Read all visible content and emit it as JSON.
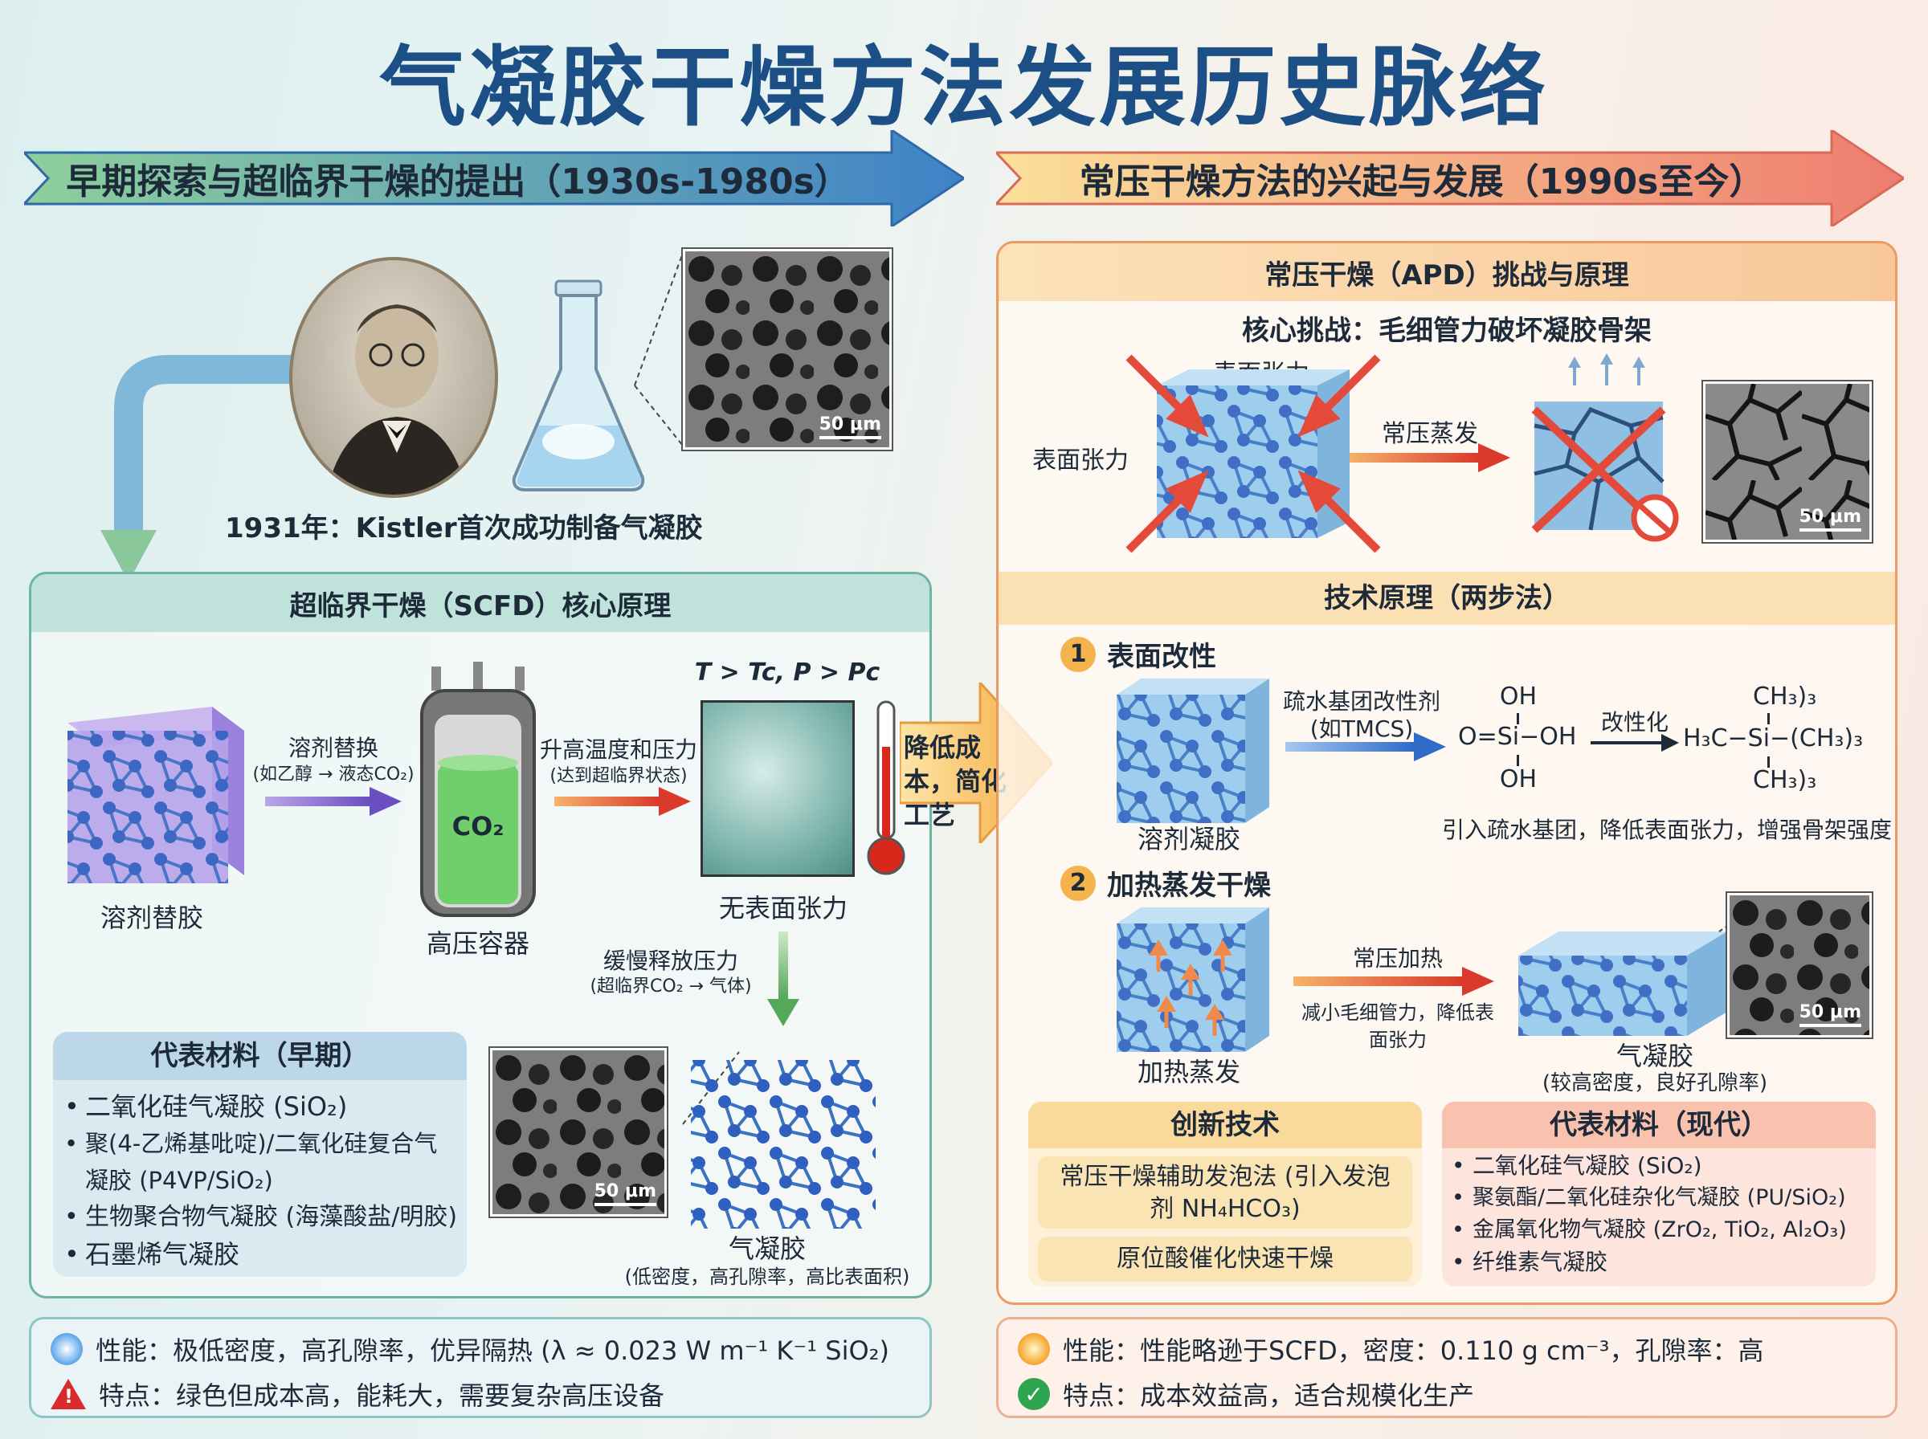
{
  "title": "气凝胶干燥方法发展历史脉络",
  "left_banner": "早期探索与超临界干燥的提出（1930s-1980s）",
  "right_banner": "常压干燥方法的兴起与发展（1990s至今）",
  "kistler_caption": "1931年：Kistler首次成功制备气凝胶",
  "scale_label": "50 μm",
  "scfd": {
    "header": "超临界干燥（SCFD）核心原理",
    "gel_label": "溶剂替胶",
    "step1_label": "溶剂替换",
    "step1_sub": "(如乙醇 → 液态CO₂)",
    "vessel_co2": "CO₂",
    "vessel_label": "高压容器",
    "step2_label": "升高温度和压力",
    "step2_sub": "(达到超临界状态)",
    "condition": "T > Tc, P > Pc",
    "no_tension_label": "无表面张力",
    "step3_label": "缓慢释放压力",
    "step3_sub": "(超临界CO₂ → 气体)",
    "aerogel_label": "气凝胶",
    "aerogel_sub": "(低密度，高孔隙率，高比表面积)"
  },
  "early_materials": {
    "header": "代表材料（早期）",
    "items": [
      "二氧化硅气凝胶 (SiO₂)",
      "聚(4-乙烯基吡啶)/二氧化硅复合气凝胶 (P4VP/SiO₂)",
      "生物聚合物气凝胶 (海藻酸盐/明胶)",
      "石墨烯气凝胶"
    ]
  },
  "left_summary": {
    "performance": "性能：极低密度，高孔隙率，优异隔热 (λ ≈ 0.023 W m⁻¹ K⁻¹ SiO₂)",
    "feature": "特点：绿色但成本高，能耗大，需要复杂高压设备"
  },
  "transition_label": "降低成本，简化工艺",
  "apd": {
    "header": "常压干燥（APD）挑战与原理",
    "challenge": "核心挑战：毛细管力破坏凝胶骨架",
    "surface_tension_top": "表面张力",
    "surface_tension_left": "表面张力",
    "evap_label": "常压蒸发",
    "principle_header": "技术原理（两步法）",
    "step1_num": "1",
    "step1_title": "表面改性",
    "step1_gel_label": "溶剂凝胶",
    "modifier_label": "疏水基团改性剂",
    "modifier_sub": "(如TMCS)",
    "reaction_label": "改性化",
    "silanol_oh_top": "OH",
    "silanol_mid": "O=Si−OH",
    "silanol_oh_bottom": "OH",
    "tms_top": "CH₃)₃",
    "tms_mid": "H₃C−Si−(CH₃)₃",
    "tms_bottom": "CH₃)₃",
    "step1_result": "引入疏水基团，降低表面张力，增强骨架强度",
    "step2_num": "2",
    "step2_title": "加热蒸发干燥",
    "step2_gel_label": "加热蒸发",
    "heat_label": "常压加热",
    "heat_sub": "减小毛细管力，降低表面张力",
    "step2_result_label": "气凝胶",
    "step2_result_sub": "(较高密度，良好孔隙率)"
  },
  "innovation": {
    "header": "创新技术",
    "item1": "常压干燥辅助发泡法 (引入发泡剂 NH₄HCO₃)",
    "item2": "原位酸催化快速干燥"
  },
  "modern_materials": {
    "header": "代表材料（现代）",
    "items": [
      "二氧化硅气凝胶 (SiO₂)",
      "聚氨酯/二氧化硅杂化气凝胶 (PU/SiO₂)",
      "金属氧化物气凝胶 (ZrO₂, TiO₂, Al₂O₃)",
      "纤维素气凝胶"
    ]
  },
  "right_summary": {
    "performance": "性能：性能略逊于SCFD，密度：0.110 g cm⁻³，孔隙率：高",
    "feature": "特点：成本效益高，适合规模化生产"
  }
}
